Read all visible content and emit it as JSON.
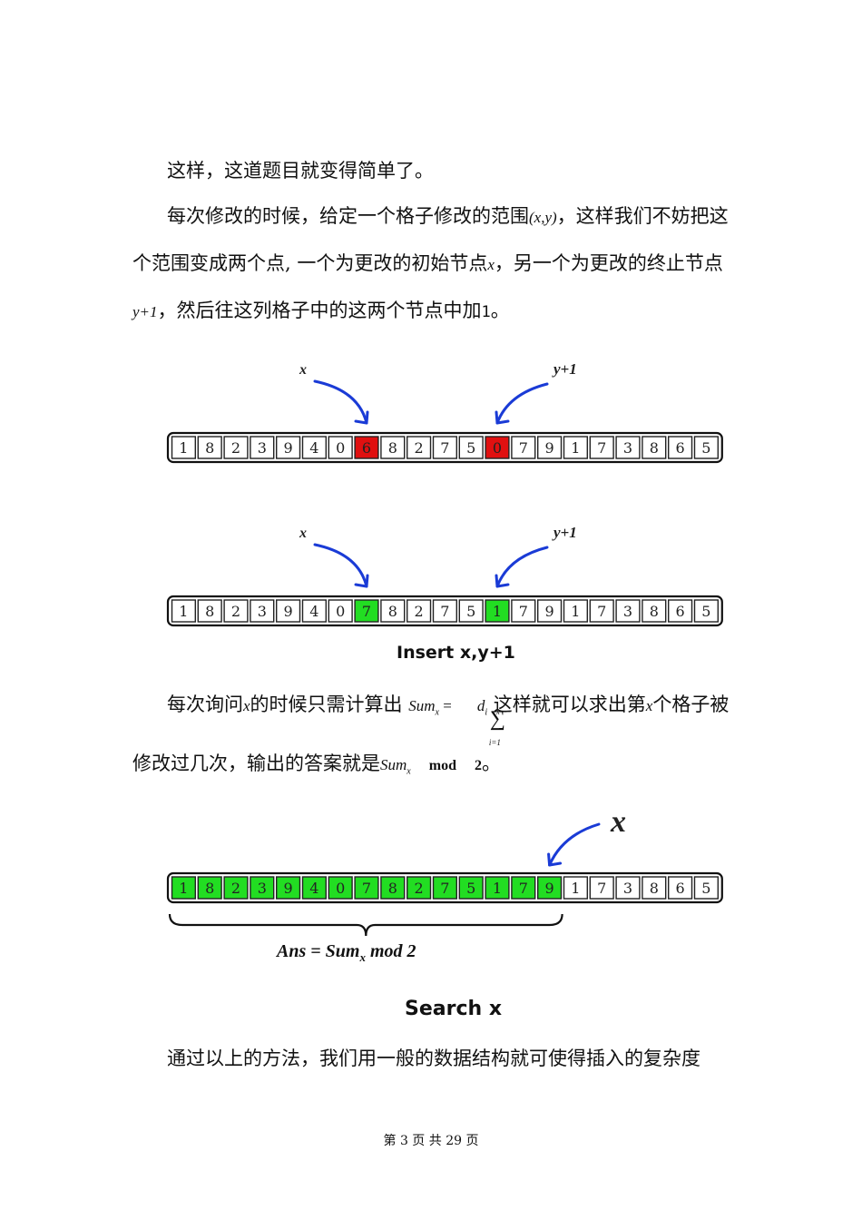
{
  "paragraphs": {
    "p1": "这样，这道题目就变得简单了。",
    "p2_a": "每次修改的时候，给定一个格子修改的范围",
    "p2_range": "(x,y)",
    "p2_b": "，这样我们不妨把这个范围变成两个点, 一个为更改的初始节点",
    "p2_x": "x",
    "p2_c": "，另一个为更改的终止节点",
    "p2_y1": "y+1",
    "p2_d": "，然后往这列格子中的这两个节点中加",
    "p2_one": "1",
    "p2_e": "。",
    "p3_a": "每次询问",
    "p3_x": "x",
    "p3_b": "的时候只需计算出",
    "p3_sum": "Sum",
    "p3_sub": "x",
    "p3_eq": "=",
    "p3_sum_top": "x",
    "p3_sum_bot": "i=1",
    "p3_di": "d",
    "p3_di_sub": "i",
    "p3_c": "这样就可以求出第",
    "p3_x2": "x",
    "p3_d": "个格子被修改过几次，输出的答案就是",
    "p3_ans_sum": "Sum",
    "p3_ans_sub": "x",
    "p3_mod": "mod",
    "p3_two": "2",
    "p3_e": "。",
    "p4": "通过以上的方法，我们用一般的数据结构就可使得插入的复杂度"
  },
  "figure1": {
    "cells": [
      "1",
      "8",
      "2",
      "3",
      "9",
      "4",
      "0",
      "6",
      "8",
      "2",
      "7",
      "5",
      "0",
      "7",
      "9",
      "1",
      "7",
      "3",
      "8",
      "6",
      "5"
    ],
    "highlight_indices": [
      7,
      12
    ],
    "highlight_color": "#e01010",
    "label_x": "x",
    "label_y1": "y+1"
  },
  "figure2": {
    "cells": [
      "1",
      "8",
      "2",
      "3",
      "9",
      "4",
      "0",
      "7",
      "8",
      "2",
      "7",
      "5",
      "1",
      "7",
      "9",
      "1",
      "7",
      "3",
      "8",
      "6",
      "5"
    ],
    "highlight_indices": [
      7,
      12
    ],
    "highlight_color": "#22dd22",
    "label_x": "x",
    "label_y1": "y+1",
    "caption": "Insert  x,y+1"
  },
  "figure3": {
    "cells": [
      "1",
      "8",
      "2",
      "3",
      "9",
      "4",
      "0",
      "7",
      "8",
      "2",
      "7",
      "5",
      "1",
      "7",
      "9",
      "1",
      "7",
      "3",
      "8",
      "6",
      "5"
    ],
    "highlight_count": 15,
    "highlight_color": "#22dd22",
    "label_x": "x",
    "brace_label": "Ans = Sum",
    "brace_sub": "x",
    "brace_tail": "mod  2",
    "caption": "Search  x"
  },
  "footer": {
    "text": "第 3 页 共 29 页"
  },
  "colors": {
    "arrow": "#1a3bd6",
    "text": "#111111"
  }
}
